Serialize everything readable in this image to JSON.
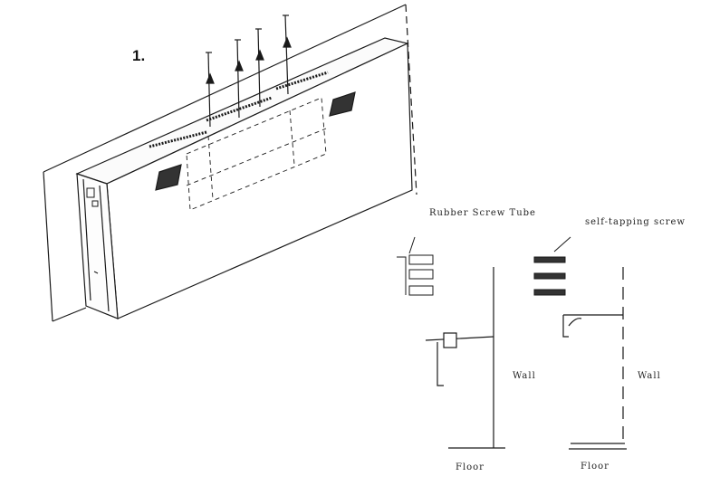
{
  "step_number": "1.",
  "labels": {
    "rubber_screw_tube": "Rubber Screw Tube",
    "self_tapping_screw": "self-tapping screw",
    "wall_left": "Wall",
    "wall_right": "Wall",
    "floor_left": "Floor",
    "floor_right": "Floor"
  },
  "icons": {
    "screw": "screw-icon",
    "arrow": "up-arrow-icon",
    "fireplace": "fireplace-unit-icon",
    "tube": "screw-tube-icon"
  },
  "colors": {
    "line": "#1a1a1a",
    "background": "#ffffff"
  }
}
